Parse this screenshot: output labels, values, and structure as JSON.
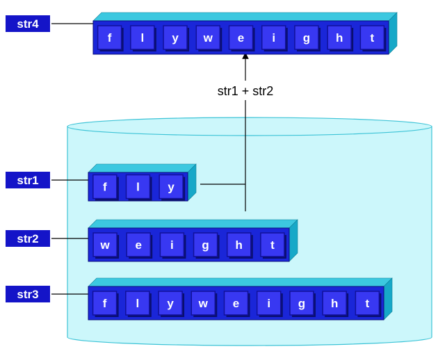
{
  "colors": {
    "cylinder_fill": "#ccf7fb",
    "cylinder_stroke": "#3cc3d6",
    "tray_fill": "#1a26d8",
    "tray_top": "#3cc8e0",
    "tray_side": "#17a8c8",
    "cell_fill": "#3838f2",
    "cell_border": "#111199",
    "label_fill": "#1414c8"
  },
  "caption": "str1 + str2",
  "strings": [
    {
      "id": "str4",
      "label": "str4",
      "chars": [
        "f",
        "l",
        "y",
        "w",
        "e",
        "i",
        "g",
        "h",
        "t"
      ]
    },
    {
      "id": "str1",
      "label": "str1",
      "chars": [
        "f",
        "l",
        "y"
      ]
    },
    {
      "id": "str2",
      "label": "str2",
      "chars": [
        "w",
        "e",
        "i",
        "g",
        "h",
        "t"
      ]
    },
    {
      "id": "str3",
      "label": "str3",
      "chars": [
        "f",
        "l",
        "y",
        "w",
        "e",
        "i",
        "g",
        "h",
        "t"
      ]
    }
  ]
}
